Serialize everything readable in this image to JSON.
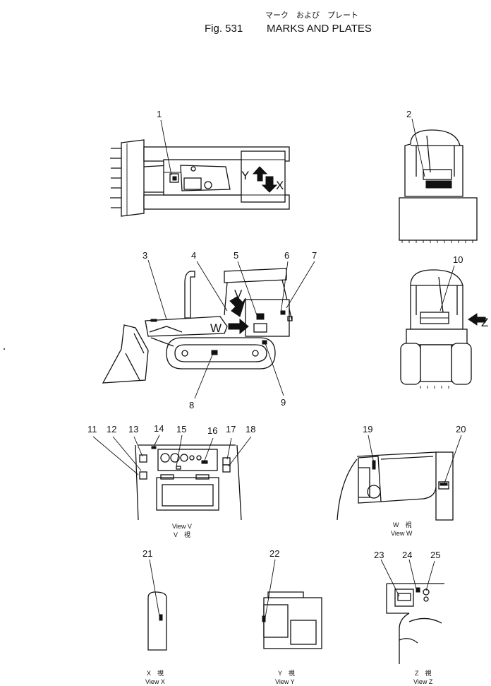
{
  "header": {
    "title_jp": "マーク　および　プレート",
    "fig_label": "Fig. 531",
    "title_en": "MARKS AND PLATES"
  },
  "callouts": [
    "1",
    "2",
    "3",
    "4",
    "5",
    "6",
    "7",
    "8",
    "9",
    "10",
    "11",
    "12",
    "13",
    "14",
    "15",
    "16",
    "17",
    "18",
    "19",
    "20",
    "21",
    "22",
    "23",
    "24",
    "25"
  ],
  "view_letters": [
    "X",
    "Y",
    "V",
    "W",
    "Z"
  ],
  "view_captions": {
    "v_en": "View  V",
    "v_jp": "V　視",
    "w_jp": "W　視",
    "w_en": "View  W",
    "x_jp": "X　視",
    "x_en": "View  X",
    "y_jp": "Y　視",
    "y_en": "View  Y",
    "z_jp": "Z　視",
    "z_en": "View  Z"
  }
}
